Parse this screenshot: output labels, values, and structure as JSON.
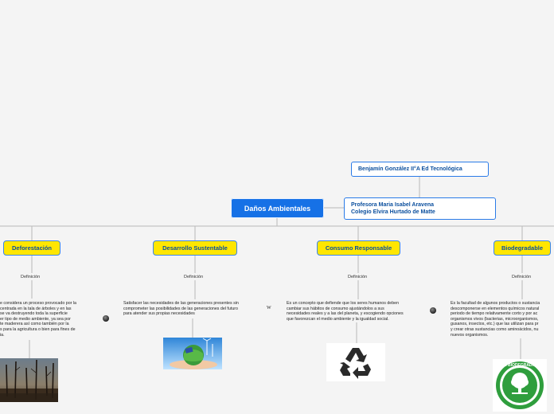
{
  "root": {
    "label": "Daños Ambientales"
  },
  "info": {
    "student": "Benjamín González II°A Ed Tecnológica",
    "teacher": "Profesora Maria Isabel Aravena",
    "school": "Colegio Elvira Hurtado de Matte"
  },
  "topics": [
    {
      "label": "Deforestación",
      "definition_label": "Definición",
      "text": "e considera un proceso provocado por la centrada en la tala de árboles y en las se va destruyendo toda la superficie er tipo de medio ambiente, ya sea por te maderera así como también por la s para la agricultura o bien para fines de ia.",
      "text_lines": [
        "e considera un proceso provocado por la",
        "centrada en la tala de árboles y en las",
        "se va destruyendo toda la superficie",
        "er tipo de medio ambiente, ya sea por",
        "te maderera así como también por la",
        "s para la agricultura o bien para fines de",
        "ia."
      ],
      "image": "burned-forest"
    },
    {
      "label": "Desarrollo Sustentable",
      "definition_label": "Definición",
      "text_lines": [
        "Satisfacer las necesidades de las generaciones presentes sin",
        "comprometer las posibilidades de las generaciones del futuro",
        "para atender sus propias necesidades"
      ],
      "image": "earth-in-hand"
    },
    {
      "label": "Consumo Responsable",
      "definition_label": "Definición",
      "text_lines": [
        "Es un concepto que defiende que los seres humanos deben",
        "cambiar sus hábitos de consumo ajustándolos a sus",
        "necesidades reales y a las del planeta, y escogiendo opciones",
        "que favorezcan el medio ambiente y la igualdad social."
      ],
      "image": "recycle-symbol"
    },
    {
      "label": "Biodegradable",
      "definition_label": "Definición",
      "text_lines": [
        "Es la facultad de algunos productos o sustancia",
        "descomponerse en elementos químicos natural",
        "periodo de tiempo relativamente corto y por ac",
        "organismos vivos (bacterias, microorganismos,",
        "gusanos, insectos, etc.) que las utilizan para pr",
        "y crear otras sustancias como aminoácidos, nu",
        "nuevos organismos."
      ],
      "image": "biodegradable-seal"
    }
  ],
  "wiki_mark": "W",
  "badge_text": "100% BIODEGRADABLE",
  "colors": {
    "root_bg": "#1671e6",
    "topic_bg": "#ffe600",
    "border": "#3c86ea",
    "link_text": "#0b4f9e",
    "background": "#f4f4f4"
  }
}
